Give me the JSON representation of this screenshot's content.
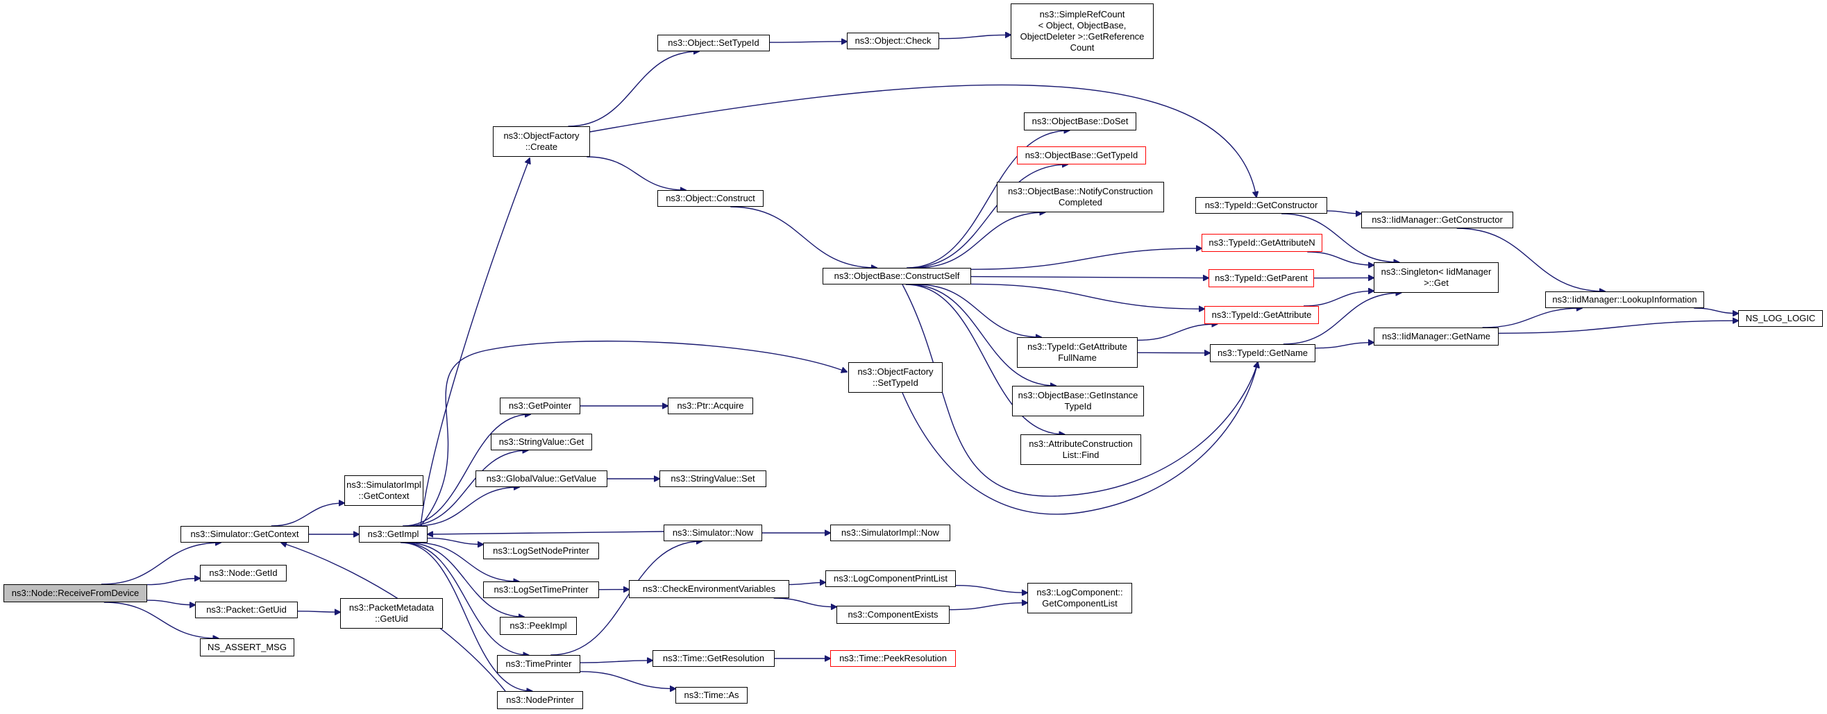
{
  "graph": {
    "edge_color": "#191970",
    "root_fill": "#bfbfbf",
    "truncated_border": "#ff0000",
    "nodes": [
      {
        "id": "receive",
        "label": "ns3::Node::ReceiveFromDevice",
        "root": true
      },
      {
        "id": "simgetctx",
        "label": "ns3::Simulator::GetContext"
      },
      {
        "id": "nodegetid",
        "label": "ns3::Node::GetId"
      },
      {
        "id": "pktuid",
        "label": "ns3::Packet::GetUid"
      },
      {
        "id": "nsassert",
        "label": "NS_ASSERT_MSG"
      },
      {
        "id": "simimplctx",
        "label": "ns3::SimulatorImpl\n::GetContext"
      },
      {
        "id": "getimpl",
        "label": "ns3::GetImpl"
      },
      {
        "id": "pmuid",
        "label": "ns3::PacketMetadata\n::GetUid"
      },
      {
        "id": "ofcreate",
        "label": "ns3::ObjectFactory\n::Create"
      },
      {
        "id": "getpointer",
        "label": "ns3::GetPointer"
      },
      {
        "id": "strget",
        "label": "ns3::StringValue::Get"
      },
      {
        "id": "gvgetvalue",
        "label": "ns3::GlobalValue::GetValue"
      },
      {
        "id": "logsetnode",
        "label": "ns3::LogSetNodePrinter"
      },
      {
        "id": "logsettime",
        "label": "ns3::LogSetTimePrinter"
      },
      {
        "id": "peekimpl",
        "label": "ns3::PeekImpl"
      },
      {
        "id": "timeprinter",
        "label": "ns3::TimePrinter"
      },
      {
        "id": "nodeprinter",
        "label": "ns3::NodePrinter"
      },
      {
        "id": "objsettypeid",
        "label": "ns3::Object::SetTypeId"
      },
      {
        "id": "objconstruct",
        "label": "ns3::Object::Construct"
      },
      {
        "id": "ptracquire",
        "label": "ns3::Ptr::Acquire"
      },
      {
        "id": "strset",
        "label": "ns3::StringValue::Set"
      },
      {
        "id": "simnow",
        "label": "ns3::Simulator::Now"
      },
      {
        "id": "checkenv",
        "label": "ns3::CheckEnvironmentVariables"
      },
      {
        "id": "timegetres",
        "label": "ns3::Time::GetResolution"
      },
      {
        "id": "timeas",
        "label": "ns3::Time::As"
      },
      {
        "id": "objcheck",
        "label": "ns3::Object::Check"
      },
      {
        "id": "constructself",
        "label": "ns3::ObjectBase::ConstructSelf"
      },
      {
        "id": "ofsettypeid",
        "label": "ns3::ObjectFactory\n::SetTypeId"
      },
      {
        "id": "simimplnow",
        "label": "ns3::SimulatorImpl::Now"
      },
      {
        "id": "logcompprint",
        "label": "ns3::LogComponentPrintList"
      },
      {
        "id": "compexists",
        "label": "ns3::ComponentExists"
      },
      {
        "id": "peekres",
        "label": "ns3::Time::PeekResolution",
        "truncated": true
      },
      {
        "id": "simplerefcount",
        "label": "ns3::SimpleRefCount\n< Object, ObjectBase,\n ObjectDeleter >::GetReference\nCount"
      },
      {
        "id": "doset",
        "label": "ns3::ObjectBase::DoSet"
      },
      {
        "id": "obgettypeid",
        "label": "ns3::ObjectBase::GetTypeId",
        "truncated": true
      },
      {
        "id": "notifyconstr",
        "label": "ns3::ObjectBase::NotifyConstruction\nCompleted"
      },
      {
        "id": "getattrfullname",
        "label": "ns3::TypeId::GetAttribute\nFullName"
      },
      {
        "id": "getinstancetypeid",
        "label": "ns3::ObjectBase::GetInstance\nTypeId"
      },
      {
        "id": "attrconstrfind",
        "label": "ns3::AttributeConstruction\nList::Find"
      },
      {
        "id": "logcompgetlist",
        "label": "ns3::LogComponent::\nGetComponentList"
      },
      {
        "id": "tidgetconstructor",
        "label": "ns3::TypeId::GetConstructor"
      },
      {
        "id": "tidgetattrn",
        "label": "ns3::TypeId::GetAttributeN",
        "truncated": true
      },
      {
        "id": "tidgetparent",
        "label": "ns3::TypeId::GetParent",
        "truncated": true
      },
      {
        "id": "tidgetattr",
        "label": "ns3::TypeId::GetAttribute",
        "truncated": true
      },
      {
        "id": "tidgetname",
        "label": "ns3::TypeId::GetName"
      },
      {
        "id": "iidgetconstructor",
        "label": "ns3::IidManager::GetConstructor"
      },
      {
        "id": "singletonget",
        "label": "ns3::Singleton< IidManager\n >::Get"
      },
      {
        "id": "iidgetname",
        "label": "ns3::IidManager::GetName"
      },
      {
        "id": "iidlookup",
        "label": "ns3::IidManager::LookupInformation"
      },
      {
        "id": "nslog",
        "label": "NS_LOG_LOGIC"
      }
    ],
    "edges": [
      [
        "receive",
        "simgetctx"
      ],
      [
        "receive",
        "nodegetid"
      ],
      [
        "receive",
        "pktuid"
      ],
      [
        "receive",
        "nsassert"
      ],
      [
        "simgetctx",
        "simimplctx"
      ],
      [
        "simgetctx",
        "getimpl"
      ],
      [
        "pktuid",
        "pmuid"
      ],
      [
        "getimpl",
        "ofcreate"
      ],
      [
        "getimpl",
        "getpointer"
      ],
      [
        "getimpl",
        "strget"
      ],
      [
        "getimpl",
        "gvgetvalue"
      ],
      [
        "getimpl",
        "logsetnode"
      ],
      [
        "getimpl",
        "logsettime"
      ],
      [
        "getimpl",
        "peekimpl"
      ],
      [
        "getimpl",
        "timeprinter"
      ],
      [
        "getimpl",
        "nodeprinter"
      ],
      [
        "getimpl",
        "ofsettypeid"
      ],
      [
        "ofcreate",
        "objsettypeid"
      ],
      [
        "ofcreate",
        "objconstruct"
      ],
      [
        "ofcreate",
        "tidgetconstructor"
      ],
      [
        "objsettypeid",
        "objcheck"
      ],
      [
        "objcheck",
        "simplerefcount"
      ],
      [
        "objconstruct",
        "constructself"
      ],
      [
        "getpointer",
        "ptracquire"
      ],
      [
        "gvgetvalue",
        "strset"
      ],
      [
        "logsettime",
        "checkenv"
      ],
      [
        "checkenv",
        "logcompprint"
      ],
      [
        "checkenv",
        "compexists"
      ],
      [
        "logcompprint",
        "logcompgetlist"
      ],
      [
        "compexists",
        "logcompgetlist"
      ],
      [
        "timeprinter",
        "simnow"
      ],
      [
        "timeprinter",
        "timegetres"
      ],
      [
        "timeprinter",
        "timeas"
      ],
      [
        "timegetres",
        "peekres"
      ],
      [
        "simnow",
        "getimpl"
      ],
      [
        "simnow",
        "simimplnow"
      ],
      [
        "nodeprinter",
        "simgetctx"
      ],
      [
        "constructself",
        "doset"
      ],
      [
        "constructself",
        "obgettypeid"
      ],
      [
        "constructself",
        "notifyconstr"
      ],
      [
        "constructself",
        "tidgetattrn"
      ],
      [
        "constructself",
        "tidgetparent"
      ],
      [
        "constructself",
        "tidgetattr"
      ],
      [
        "constructself",
        "getattrfullname"
      ],
      [
        "constructself",
        "getinstancetypeid"
      ],
      [
        "constructself",
        "attrconstrfind"
      ],
      [
        "constructself",
        "tidgetname"
      ],
      [
        "ofsettypeid",
        "tidgetname"
      ],
      [
        "getattrfullname",
        "tidgetattr"
      ],
      [
        "getattrfullname",
        "tidgetname"
      ],
      [
        "tidgetconstructor",
        "iidgetconstructor"
      ],
      [
        "tidgetconstructor",
        "singletonget"
      ],
      [
        "tidgetattrn",
        "singletonget"
      ],
      [
        "tidgetparent",
        "singletonget"
      ],
      [
        "tidgetattr",
        "singletonget"
      ],
      [
        "tidgetname",
        "singletonget"
      ],
      [
        "tidgetname",
        "iidgetname"
      ],
      [
        "iidgetconstructor",
        "iidlookup"
      ],
      [
        "iidgetname",
        "iidlookup"
      ],
      [
        "iidgetname",
        "nslog"
      ],
      [
        "iidlookup",
        "nslog"
      ]
    ]
  }
}
